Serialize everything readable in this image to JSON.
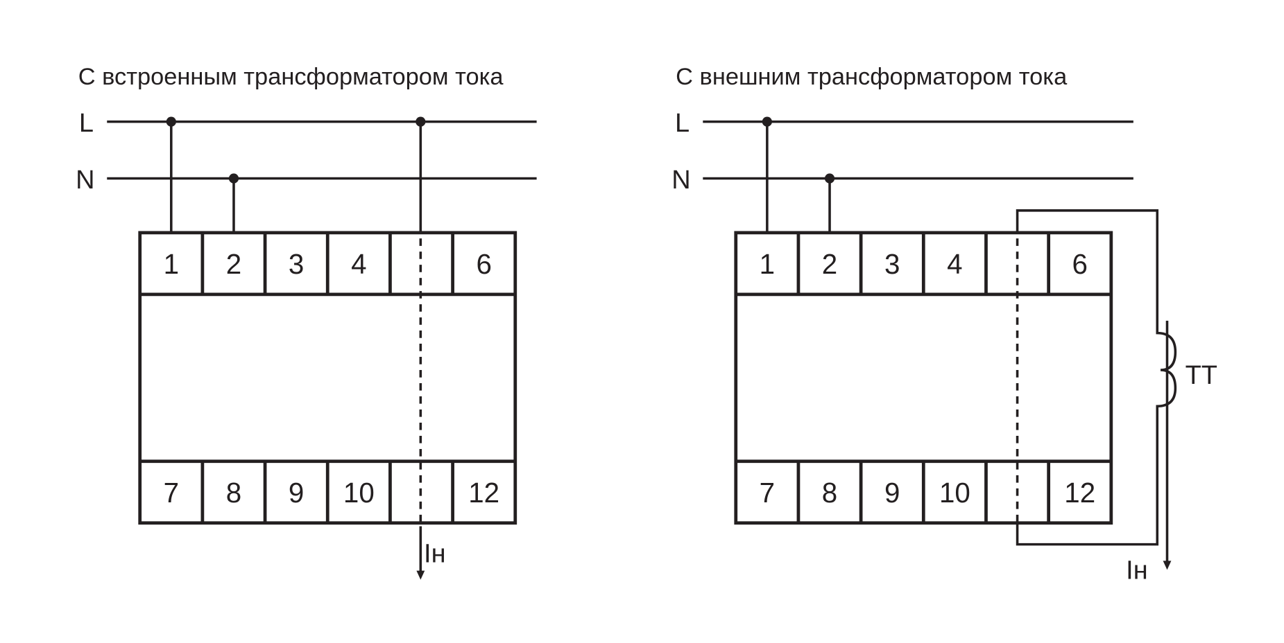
{
  "diagrams": [
    {
      "title": "С встроенным трансформатором тока",
      "line_labels": {
        "L": "L",
        "N": "N"
      },
      "top_terminals": [
        "1",
        "2",
        "3",
        "4",
        "",
        "6"
      ],
      "bottom_terminals": [
        "7",
        "8",
        "9",
        "10",
        "",
        "12"
      ],
      "current_label": "Iн"
    },
    {
      "title": "С внешним трансформатором тока",
      "line_labels": {
        "L": "L",
        "N": "N"
      },
      "top_terminals": [
        "1",
        "2",
        "3",
        "4",
        "",
        "6"
      ],
      "bottom_terminals": [
        "7",
        "8",
        "9",
        "10",
        "",
        "12"
      ],
      "current_label": "Iн",
      "transformer_label": "ТТ"
    }
  ]
}
